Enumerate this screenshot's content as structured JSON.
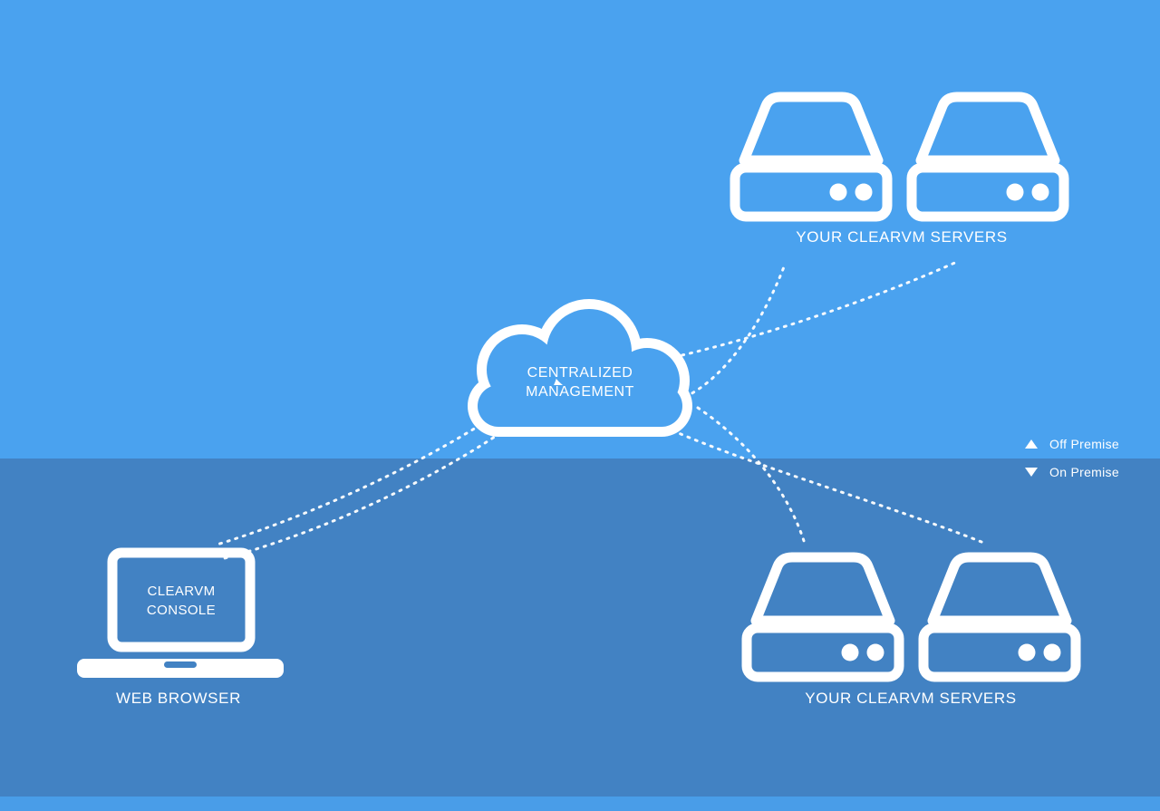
{
  "diagram": {
    "cloud": {
      "label_line1": "CENTRALIZED",
      "label_line2": "MANAGEMENT"
    },
    "top_servers": {
      "label": "YOUR CLEARVM SERVERS"
    },
    "bottom_servers": {
      "label": "YOUR CLEARVM SERVERS"
    },
    "web_browser": {
      "label": "WEB BROWSER",
      "screen_line1": "CLEARVM",
      "screen_line2": "CONSOLE"
    },
    "legend": {
      "off_premise": "Off Premise",
      "on_premise": "On Premise"
    }
  },
  "colors": {
    "off_premise_bg": "#4AA2EF",
    "on_premise_bg": "#4282C3",
    "footer_strip": "#4AA2EF",
    "foreground": "#FFFFFF"
  }
}
